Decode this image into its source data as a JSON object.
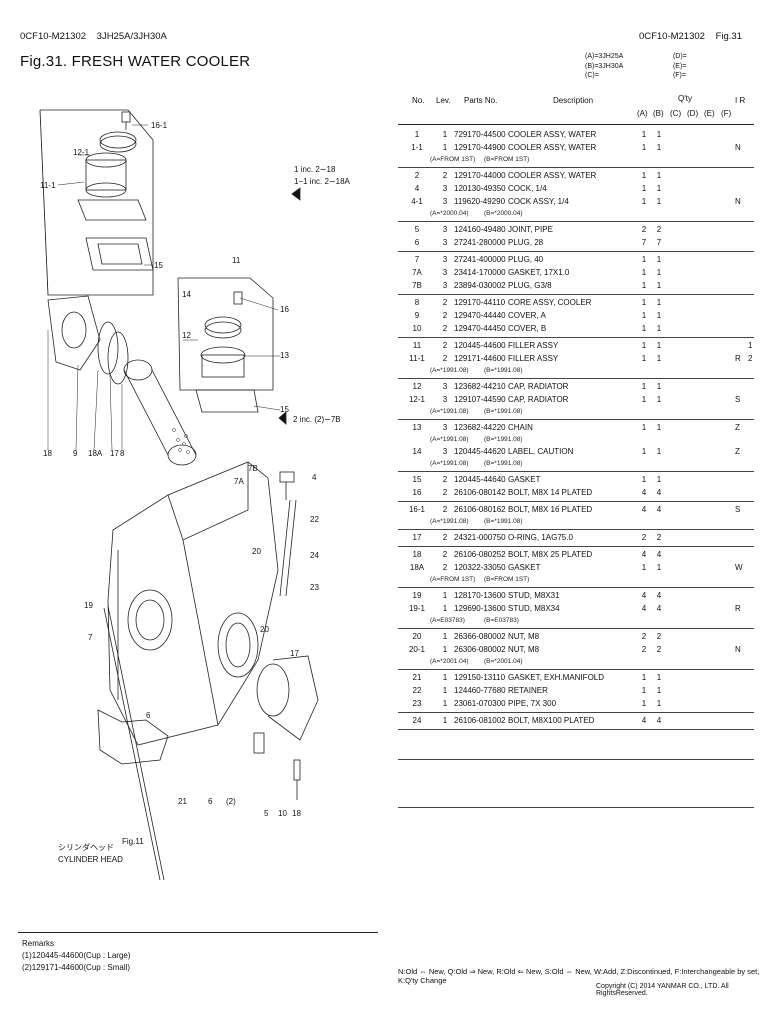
{
  "header": {
    "code_left": "0CF10-M21302",
    "model": "3JH25A/3JH30A",
    "code_right": "0CF10-M21302",
    "fig_ref": "Fig.31",
    "title": "Fig.31.  FRESH WATER COOLER"
  },
  "model_codes": {
    "col1": [
      "(A)=3JH25A",
      "(B)=3JH30A",
      "(C)="
    ],
    "col2": [
      "(D)=",
      "(E)=",
      "(F)="
    ]
  },
  "table_headers": {
    "no": "No.",
    "lev": "Lev.",
    "parts_no": "Parts No.",
    "description": "Description",
    "qty": "Q'ty",
    "qa": "(A)",
    "qb": "(B)",
    "qc": "(C)",
    "qd": "(D)",
    "qe": "(E)",
    "qf": "(F)",
    "ir": "I  R"
  },
  "parts": [
    {
      "no": "1",
      "lev": "1",
      "pn": "729170-44500",
      "desc": "COOLER ASSY, WATER",
      "a": "1",
      "b": "1",
      "ir": "",
      "ir2": ""
    },
    {
      "no": "1-1",
      "lev": "1",
      "pn": "129170-44900",
      "desc": "COOLER ASSY, WATER",
      "a": "1",
      "b": "1",
      "ir": "N",
      "ir2": "",
      "note_a": "(A=FROM 1ST)",
      "note_b": "(B=FROM 1ST)",
      "sep": true
    },
    {
      "no": "2",
      "lev": "2",
      "pn": "129170-44000",
      "desc": "COOLER ASSY, WATER",
      "a": "1",
      "b": "1",
      "ir": "",
      "ir2": ""
    },
    {
      "no": "4",
      "lev": "3",
      "pn": "120130-49350",
      "desc": "COCK, 1/4",
      "a": "1",
      "b": "1",
      "ir": "",
      "ir2": ""
    },
    {
      "no": "4-1",
      "lev": "3",
      "pn": "119620-49290",
      "desc": "COCK ASSY, 1/4",
      "a": "1",
      "b": "1",
      "ir": "N",
      "ir2": "",
      "sep": true,
      "note_a": "(A=*2000.04)",
      "note_b": "(B=*2000.04)"
    },
    {
      "no": "5",
      "lev": "3",
      "pn": "124160-49480",
      "desc": "JOINT, PIPE",
      "a": "2",
      "b": "2",
      "ir": "",
      "ir2": ""
    },
    {
      "no": "6",
      "lev": "3",
      "pn": "27241-280000",
      "desc": "PLUG, 28",
      "a": "7",
      "b": "7",
      "ir": "",
      "ir2": "",
      "sep": true
    },
    {
      "no": "7",
      "lev": "3",
      "pn": "27241-400000",
      "desc": "PLUG, 40",
      "a": "1",
      "b": "1",
      "ir": "",
      "ir2": ""
    },
    {
      "no": "7A",
      "lev": "3",
      "pn": "23414-170000",
      "desc": "GASKET, 17X1.0",
      "a": "1",
      "b": "1",
      "ir": "",
      "ir2": ""
    },
    {
      "no": "7B",
      "lev": "3",
      "pn": "23894-030002",
      "desc": "PLUG, G3/8",
      "a": "1",
      "b": "1",
      "ir": "",
      "ir2": "",
      "sep": true
    },
    {
      "no": "8",
      "lev": "2",
      "pn": "129170-44110",
      "desc": "CORE ASSY, COOLER",
      "a": "1",
      "b": "1",
      "ir": "",
      "ir2": ""
    },
    {
      "no": "9",
      "lev": "2",
      "pn": "129470-44440",
      "desc": "COVER, A",
      "a": "1",
      "b": "1",
      "ir": "",
      "ir2": ""
    },
    {
      "no": "10",
      "lev": "2",
      "pn": "129470-44450",
      "desc": "COVER, B",
      "a": "1",
      "b": "1",
      "ir": "",
      "ir2": "",
      "sep": true
    },
    {
      "no": "11",
      "lev": "2",
      "pn": "120445-44600",
      "desc": "FILLER ASSY",
      "a": "1",
      "b": "1",
      "ir": "",
      "ir2": "1"
    },
    {
      "no": "11-1",
      "lev": "2",
      "pn": "129171-44600",
      "desc": "FILLER ASSY",
      "a": "1",
      "b": "1",
      "ir": "R",
      "ir2": "2",
      "note_a": "(A=*1991.08)",
      "note_b": "(B=*1991.08)",
      "sep": true
    },
    {
      "no": "12",
      "lev": "3",
      "pn": "123682-44210",
      "desc": "CAP, RADIATOR",
      "a": "1",
      "b": "1",
      "ir": "",
      "ir2": ""
    },
    {
      "no": "12-1",
      "lev": "3",
      "pn": "129107-44590",
      "desc": "CAP, RADIATOR",
      "a": "1",
      "b": "1",
      "ir": "S",
      "ir2": "",
      "note_a": "(A=*1991.08)",
      "note_b": "(B=*1991.08)",
      "sep": true
    },
    {
      "no": "13",
      "lev": "3",
      "pn": "123682-44220",
      "desc": "CHAIN",
      "a": "1",
      "b": "1",
      "ir": "Z",
      "ir2": "",
      "note_a": "(A=*1991.08)",
      "note_b": "(B=*1991.08)"
    },
    {
      "no": "14",
      "lev": "3",
      "pn": "120445-44620",
      "desc": "LABEL, CAUTION",
      "a": "1",
      "b": "1",
      "ir": "Z",
      "ir2": "",
      "note_a": "(A=*1991.08)",
      "note_b": "(B=*1991.08)",
      "sep": true
    },
    {
      "no": "15",
      "lev": "2",
      "pn": "120445-44640",
      "desc": "GASKET",
      "a": "1",
      "b": "1",
      "ir": "",
      "ir2": ""
    },
    {
      "no": "16",
      "lev": "2",
      "pn": "26106-080142",
      "desc": "BOLT, M8X 14 PLATED",
      "a": "4",
      "b": "4",
      "ir": "",
      "ir2": "",
      "sep": true
    },
    {
      "no": "16-1",
      "lev": "2",
      "pn": "26106-080162",
      "desc": "BOLT, M8X 16 PLATED",
      "a": "4",
      "b": "4",
      "ir": "S",
      "ir2": "",
      "note_a": "(A=*1991.08)",
      "note_b": "(B=*1991.08)",
      "sep": true
    },
    {
      "no": "17",
      "lev": "2",
      "pn": "24321-000750",
      "desc": "O-RING, 1AG75.0",
      "a": "2",
      "b": "2",
      "ir": "",
      "ir2": "",
      "sep": true
    },
    {
      "no": "18",
      "lev": "2",
      "pn": "26106-080252",
      "desc": "BOLT, M8X 25 PLATED",
      "a": "4",
      "b": "4",
      "ir": "",
      "ir2": ""
    },
    {
      "no": "18A",
      "lev": "2",
      "pn": "120322-33050",
      "desc": "GASKET",
      "a": "1",
      "b": "1",
      "ir": "W",
      "ir2": "",
      "note_a": "(A=FROM 1ST)",
      "note_b": "(B=FROM 1ST)",
      "sep": true
    },
    {
      "no": "19",
      "lev": "1",
      "pn": "128170-13600",
      "desc": "STUD, M8X31",
      "a": "4",
      "b": "4",
      "ir": "",
      "ir2": ""
    },
    {
      "no": "19-1",
      "lev": "1",
      "pn": "129690-13600",
      "desc": "STUD, M8X34",
      "a": "4",
      "b": "4",
      "ir": "R",
      "ir2": "",
      "note_a": "(A=E03783)",
      "note_b": "(B=E03783)",
      "sep": true
    },
    {
      "no": "20",
      "lev": "1",
      "pn": "26366-080002",
      "desc": "NUT, M8",
      "a": "2",
      "b": "2",
      "ir": "",
      "ir2": ""
    },
    {
      "no": "20-1",
      "lev": "1",
      "pn": "26306-080002",
      "desc": "NUT, M8",
      "a": "2",
      "b": "2",
      "ir": "N",
      "ir2": "",
      "note_a": "(A=*2001.04)",
      "note_b": "(B=*2001.04)",
      "sep": true
    },
    {
      "no": "21",
      "lev": "1",
      "pn": "129150-13110",
      "desc": "GASKET, EXH.MANIFOLD",
      "a": "1",
      "b": "1",
      "ir": "",
      "ir2": ""
    },
    {
      "no": "22",
      "lev": "1",
      "pn": "124460-77680",
      "desc": "RETAINER",
      "a": "1",
      "b": "1",
      "ir": "",
      "ir2": ""
    },
    {
      "no": "23",
      "lev": "1",
      "pn": "23061-070300",
      "desc": "PIPE, 7X 300",
      "a": "1",
      "b": "1",
      "ir": "",
      "ir2": "",
      "sep": true
    },
    {
      "no": "24",
      "lev": "1",
      "pn": "26106-081002",
      "desc": "BOLT, M8X100 PLATED",
      "a": "4",
      "b": "4",
      "ir": "",
      "ir2": ""
    }
  ],
  "diagram": {
    "callouts": [
      "16-1",
      "12-1",
      "11-1",
      "15",
      "11",
      "14",
      "16",
      "12",
      "13",
      "15",
      "18",
      "9",
      "18A",
      "17",
      "8",
      "7B",
      "7A",
      "4",
      "22",
      "20",
      "24",
      "23",
      "19",
      "7",
      "20",
      "17",
      "6",
      "21",
      "6",
      "(2)",
      "5",
      "10",
      "18"
    ],
    "note1": "1 inc. 2∼18",
    "note2": "1−1 inc. 2∼18A",
    "note3": "2 inc. (2)∼7B",
    "cyl_jp": "シリンダヘッド",
    "cyl_en": "CYLINDER HEAD",
    "fig_ref": "Fig.11"
  },
  "remarks": {
    "title": "Remarks",
    "lines": [
      "(1)120445-44600(Cup : Large)",
      "(2)129171-44600(Cup : Small)"
    ]
  },
  "footer": {
    "legend": "N:Old ⇔ New, Q:Old ⇒ New, R:Old ⇐ New, S:Old ⇔ New, W:Add, Z:Discontinued, F:Interchangeable by set, K:Q'ty Change",
    "copyright": "Copyright (C) 2014 YANMAR CO., LTD. All RightsReserved."
  }
}
